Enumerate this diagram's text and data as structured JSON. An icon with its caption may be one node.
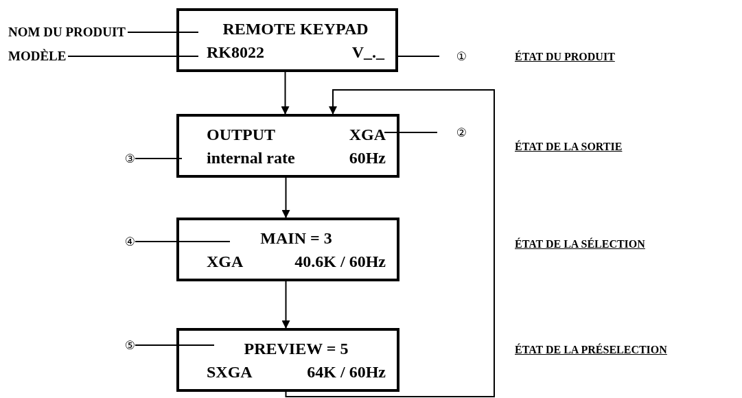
{
  "diagram": {
    "nodes": [
      {
        "text": [
          "REMOTE KEYPAD",
          "RK8022",
          "V_._"
        ]
      },
      {
        "text": [
          "OUTPUT",
          "XGA",
          "internal rate",
          "60Hz"
        ]
      },
      {
        "text": [
          "MAIN = 3",
          "XGA",
          "40.6K / 60Hz"
        ]
      },
      {
        "text": [
          "PREVIEW = 5",
          "SXGA",
          "64K / 60Hz"
        ]
      },
      {
        "text": [
          "NOM DU PRODUIT"
        ]
      },
      {
        "text": [
          "MODÈLE"
        ]
      },
      {
        "text": [
          "①"
        ]
      },
      {
        "text": [
          "②"
        ]
      },
      {
        "text": [
          "③"
        ]
      },
      {
        "text": [
          "④"
        ]
      },
      {
        "text": [
          "⑤"
        ]
      }
    ],
    "edges": [
      {
        "from": 0,
        "to": 1,
        "arrow": "to"
      },
      {
        "from": 1,
        "to": 2,
        "arrow": "to"
      },
      {
        "from": 2,
        "to": 3,
        "arrow": "to"
      },
      {
        "from": 3,
        "to": 1,
        "arrow": "to"
      },
      {
        "from": 4,
        "to": 0,
        "arrow": "none"
      },
      {
        "from": 5,
        "to": 0,
        "arrow": "none"
      },
      {
        "from": 6,
        "to": 0,
        "arrow": "none"
      },
      {
        "from": 7,
        "to": 1,
        "arrow": "none"
      },
      {
        "from": 8,
        "to": 1,
        "arrow": "none"
      },
      {
        "from": 9,
        "to": 2,
        "arrow": "none"
      },
      {
        "from": 10,
        "to": 3,
        "arrow": "none"
      }
    ],
    "labels": [
      "ÉTAT DU PRODUIT",
      "ÉTAT DE LA SORTIE",
      "ÉTAT DE LA SÉLECTION",
      "ÉTAT DE LA PRÉSELECTION"
    ]
  }
}
